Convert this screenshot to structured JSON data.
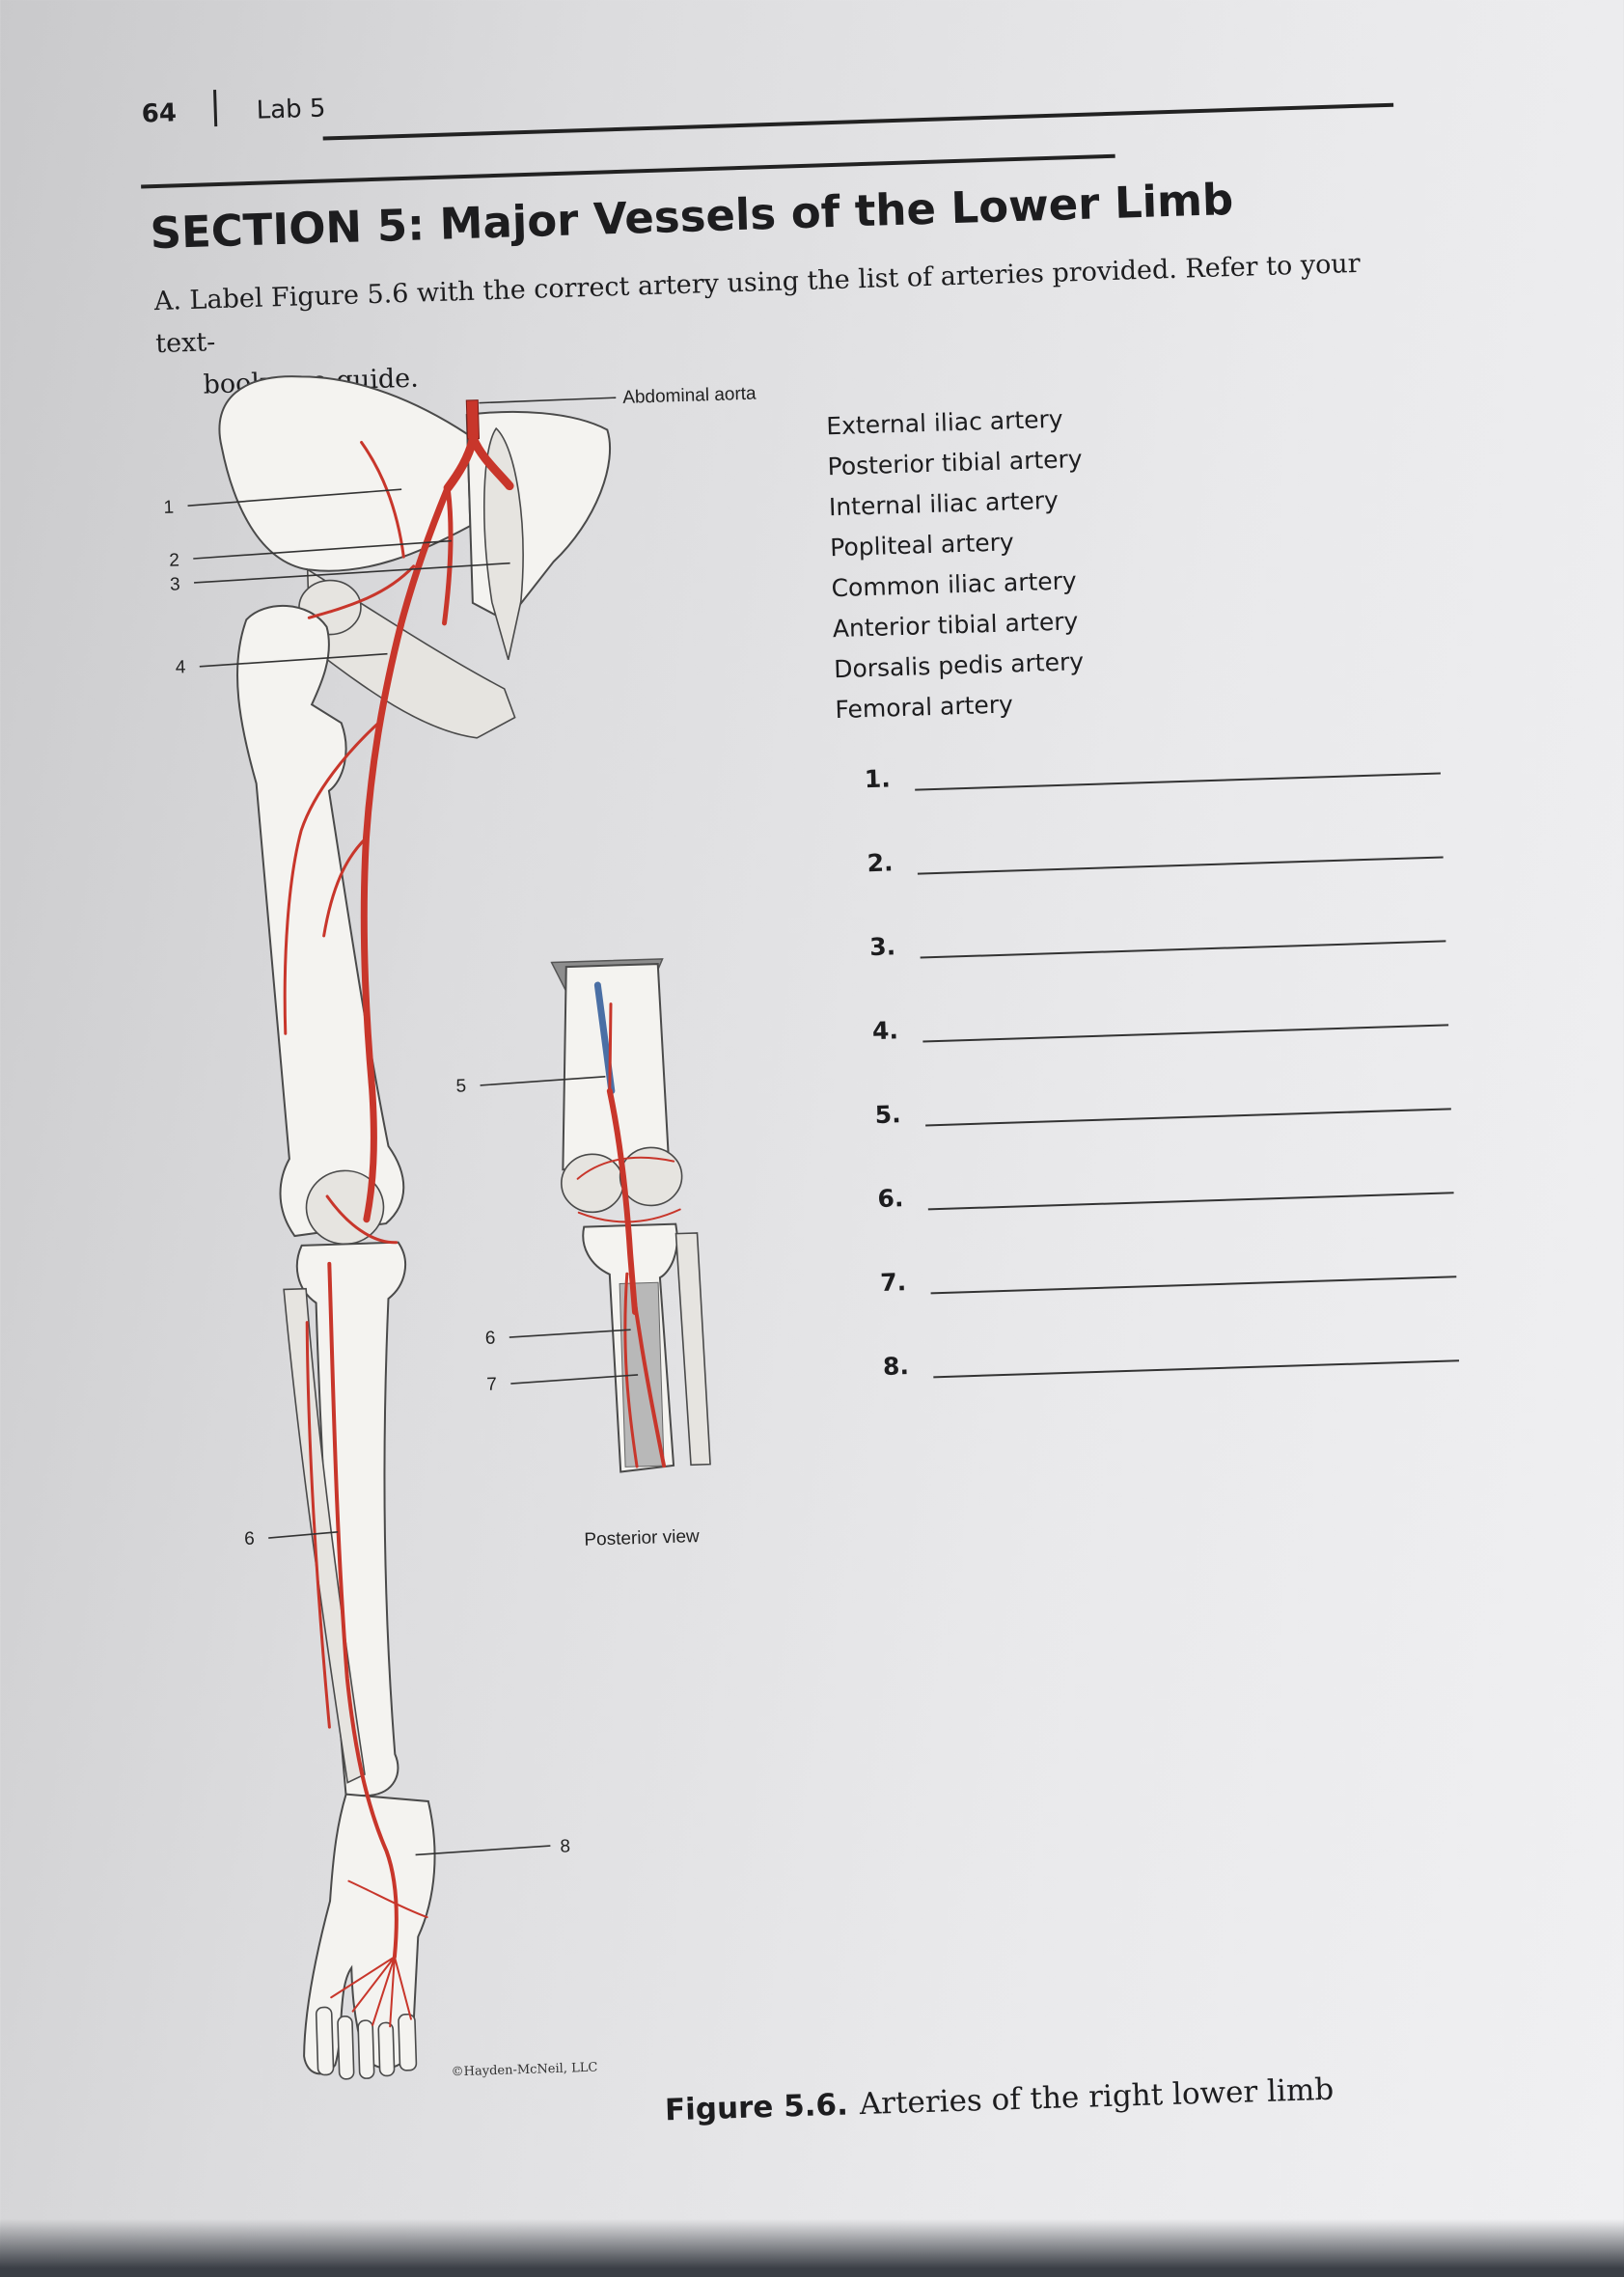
{
  "header": {
    "page_number": "64",
    "lab": "Lab 5"
  },
  "section": {
    "title": "SECTION 5: Major Vessels of the Lower Limb",
    "instruction_line1": "A.  Label Figure 5.6 with the correct artery using the list of arteries provided. Refer to your text-",
    "instruction_line2": "book as a guide."
  },
  "arteries": [
    "External iliac artery",
    "Posterior tibial artery",
    "Internal iliac artery",
    "Popliteal artery",
    "Common iliac artery",
    "Anterior tibial artery",
    "Dorsalis pedis artery",
    "Femoral artery"
  ],
  "answers": [
    {
      "num": "1.",
      "value": ""
    },
    {
      "num": "2.",
      "value": ""
    },
    {
      "num": "3.",
      "value": ""
    },
    {
      "num": "4.",
      "value": ""
    },
    {
      "num": "5.",
      "value": ""
    },
    {
      "num": "6.",
      "value": ""
    },
    {
      "num": "7.",
      "value": ""
    },
    {
      "num": "8.",
      "value": ""
    }
  ],
  "figure": {
    "labels": {
      "aorta": "Abdominal aorta",
      "l1": "1",
      "l2": "2",
      "l3": "3",
      "l4": "4",
      "l5": "5",
      "l6a": "6",
      "l7": "7",
      "l6b": "6",
      "l8": "8"
    },
    "posterior_view": "Posterior view",
    "copyright": "©Hayden-McNeil, LLC",
    "caption_bold": "Figure 5.6.",
    "caption_text": "Arteries of the right lower limb"
  },
  "colors": {
    "artery": "#c8362b",
    "vein": "#4a6fa5",
    "ink": "#1d1d1f"
  }
}
